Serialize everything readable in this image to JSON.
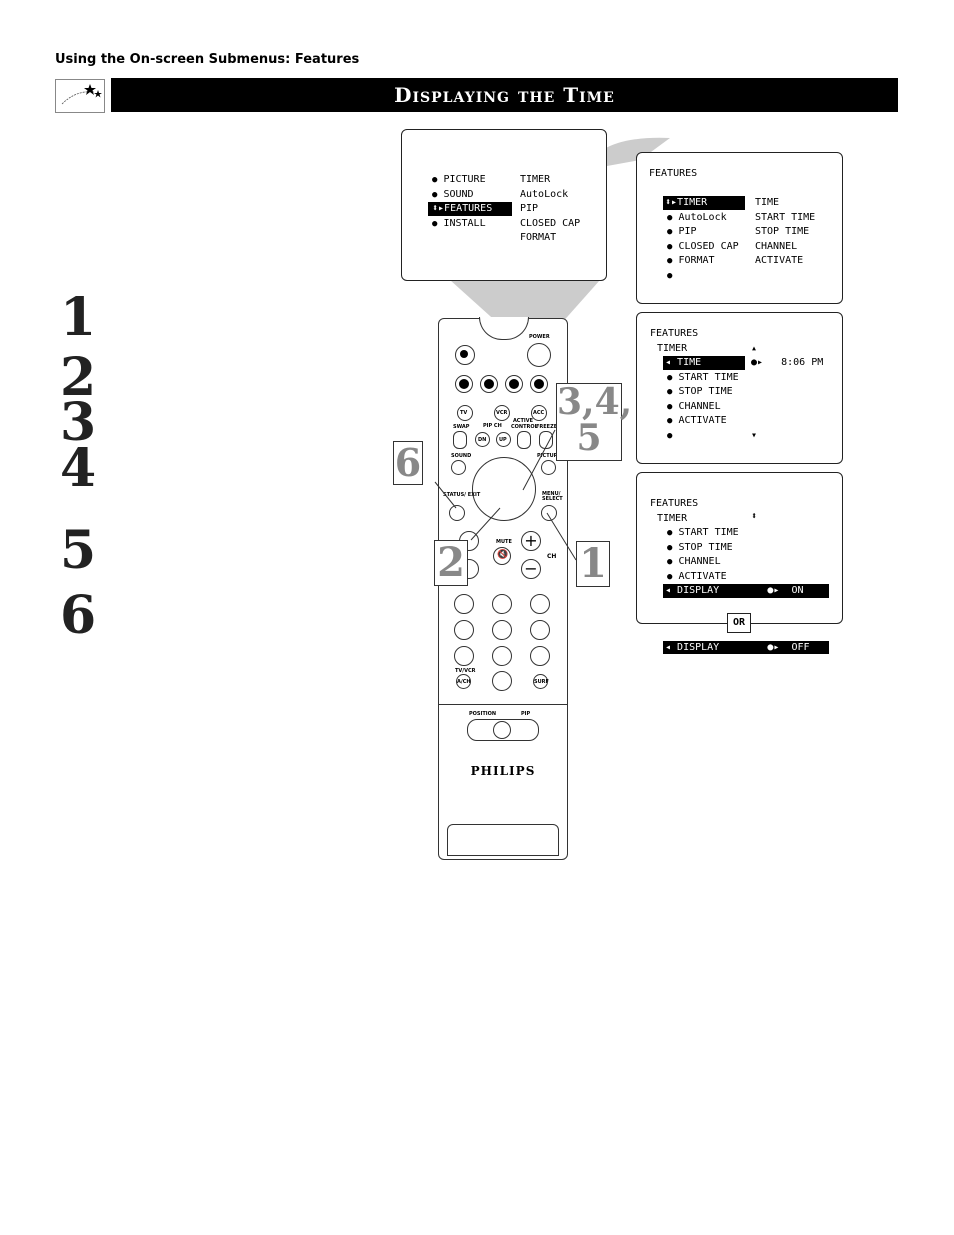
{
  "header": {
    "section": "Using the On-screen Submenus: Features"
  },
  "title": "Displaying the Time",
  "steps": [
    "1",
    "2",
    "3",
    "4",
    "5",
    "6"
  ],
  "osd_main": {
    "left": [
      "PICTURE",
      "SOUND",
      "FEATURES",
      "INSTALL"
    ],
    "right": [
      "TIMER",
      "AutoLock",
      "PIP",
      "CLOSED CAP",
      "FORMAT"
    ]
  },
  "osd_features": {
    "title": "FEATURES",
    "left": [
      "TIMER",
      "AutoLock",
      "PIP",
      "CLOSED CAP",
      "FORMAT",
      ""
    ],
    "right": [
      "TIME",
      "START TIME",
      "STOP TIME",
      "CHANNEL",
      "ACTIVATE"
    ]
  },
  "osd_timer": {
    "title": "FEATURES",
    "sub": "TIMER",
    "items": [
      "TIME",
      "START TIME",
      "STOP TIME",
      "CHANNEL",
      "ACTIVATE",
      ""
    ],
    "time_value": "8:06 PM"
  },
  "osd_display": {
    "title": "FEATURES",
    "sub": "TIMER",
    "items": [
      "START TIME",
      "STOP TIME",
      "CHANNEL",
      "ACTIVATE"
    ],
    "display_label": "DISPLAY",
    "on": "ON",
    "off": "OFF",
    "or": "OR"
  },
  "callouts": {
    "c345": "3,4,\n5",
    "c6": "6",
    "c2": "2",
    "c1": "1"
  },
  "remote": {
    "brand": "PHILIPS",
    "power": "POWER",
    "tv": "TV",
    "vcr": "VCR",
    "acc": "ACC",
    "swap": "SWAP",
    "pipch": "PIP CH",
    "active": "ACTIVE CONTROL",
    "freeze": "FREEZE",
    "dn": "DN",
    "up": "UP",
    "sound": "SOUND",
    "picture": "PICTURE",
    "status": "STATUS/ EXIT",
    "menu": "MENU/ SELECT",
    "mute": "MUTE",
    "ch": "CH",
    "tvvcr": "TV/VCR",
    "ach": "A/CH",
    "surf": "SURF",
    "position": "POSITION",
    "pip": "PIP"
  }
}
